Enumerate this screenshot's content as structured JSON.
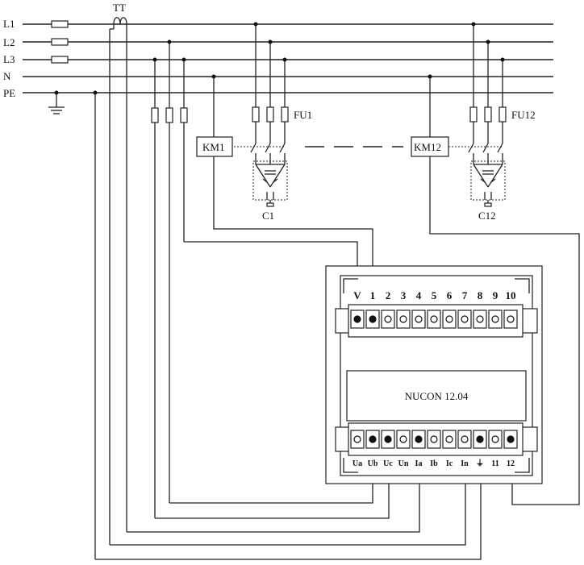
{
  "bus_lines": [
    "L1",
    "L2",
    "L3",
    "N",
    "PE"
  ],
  "transformer_label": "TT",
  "fuse_labels": {
    "first": "FU1",
    "last": "FU12"
  },
  "contactor_labels": {
    "first": "KM1",
    "last": "KM12"
  },
  "capacitor_labels": {
    "first": "C1",
    "last": "C12"
  },
  "device_name": "NUCON 12.04",
  "top_terminals": [
    "V",
    "1",
    "2",
    "3",
    "4",
    "5",
    "6",
    "7",
    "8",
    "9",
    "10"
  ],
  "bottom_terminals": [
    "Ua",
    "Ub",
    "Uc",
    "Un",
    "Ia",
    "Ib",
    "Ic",
    "In",
    "⏚",
    "11",
    "12"
  ],
  "top_terminal_filled": [
    true,
    true,
    false,
    false,
    false,
    false,
    false,
    false,
    false,
    false,
    false
  ],
  "bottom_terminal_filled": [
    false,
    true,
    true,
    false,
    true,
    false,
    false,
    false,
    true,
    false,
    true
  ]
}
